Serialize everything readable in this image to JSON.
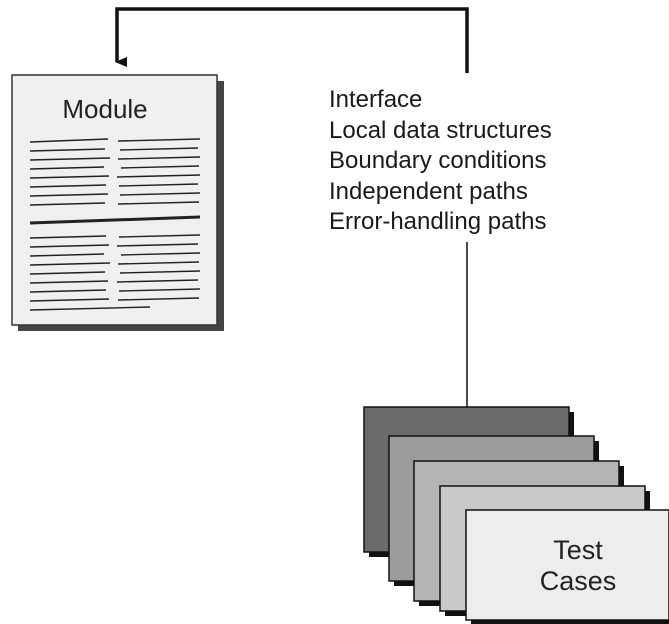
{
  "module": {
    "title": "Module"
  },
  "test_areas": [
    "Interface",
    "Local data structures",
    "Boundary conditions",
    "Independent paths",
    "Error-handling paths"
  ],
  "test_cases": {
    "line1": "Test",
    "line2": "Cases"
  },
  "colors": {
    "card_back": "#6b6b6b",
    "card_2": "#9c9c9c",
    "card_3": "#b4b4b4",
    "card_4": "#c9c9c9",
    "card_front": "#ededed",
    "page": "#f0f0f0"
  }
}
